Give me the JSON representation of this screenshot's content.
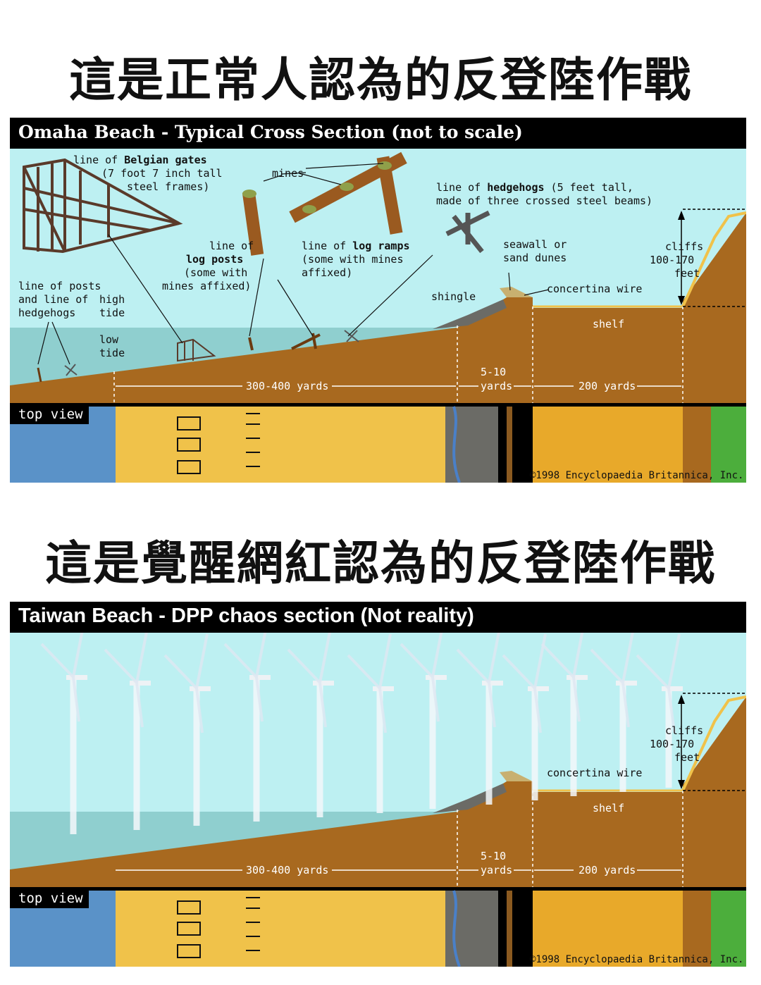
{
  "headline_top": "這是正常人認為的反登陸作戰",
  "headline_bottom": "這是覺醒網紅認為的反登陸作戰",
  "panel1": {
    "title": "Omaha Beach - Typical Cross Section (not to scale)",
    "belgian": {
      "prefix": "line of ",
      "bold": "Belgian gates",
      "line2": "(7 foot 7 inch tall",
      "line3": "steel frames)"
    },
    "mines": "mines",
    "hedgehogs": {
      "prefix": "line of ",
      "bold": "hedgehogs",
      "suffix": " (5 feet tall,",
      "line2": "made of three crossed steel beams)"
    },
    "log_posts": {
      "line1": "line of",
      "bold": "log posts",
      "line3": "(some with",
      "line4": "mines affixed)"
    },
    "log_ramps": {
      "prefix": "line of ",
      "bold": "log ramps",
      "line2": "(some with mines",
      "line3": "affixed)"
    },
    "seawall": {
      "line1": "seawall or",
      "line2": "sand dunes"
    },
    "cliffs": {
      "line1": "cliffs",
      "line2": "100-170",
      "line3": "feet"
    },
    "posts": {
      "line1": "line of posts",
      "line2": "and line of",
      "line3": "hedgehogs"
    },
    "high_tide": {
      "line1": "high",
      "line2": "tide"
    },
    "low_tide": {
      "line1": "low",
      "line2": "tide"
    },
    "shingle": "shingle",
    "concertina": "concertina wire",
    "shelf": "shelf",
    "dim_beach": "300-400 yards",
    "dim_shingle_1": "5-10",
    "dim_shingle_2": "yards",
    "dim_shelf": "200 yards",
    "top_view": "top view",
    "copyright": "©1998 Encyclopaedia Britannica, Inc."
  },
  "panel2": {
    "title": "Taiwan Beach - DPP chaos section (Not reality)",
    "cliffs": {
      "line1": "cliffs",
      "line2": "100-170",
      "line3": "feet"
    },
    "concertina": "concertina wire",
    "shelf": "shelf",
    "dim_beach": "300-400 yards",
    "dim_shingle_1": "5-10",
    "dim_shingle_2": "yards",
    "dim_shelf": "200 yards",
    "top_view": "top view",
    "copyright": "©1998 Encyclopaedia Britannica, Inc."
  },
  "colors": {
    "sky": "#bdf0f2",
    "sea": "#8fcfcf",
    "ground": "#a8691f",
    "sand": "#f0c24a",
    "dark_sand": "#e8a92a",
    "water": "#5a92c8",
    "grass": "#4cae3c",
    "black": "#000000"
  }
}
